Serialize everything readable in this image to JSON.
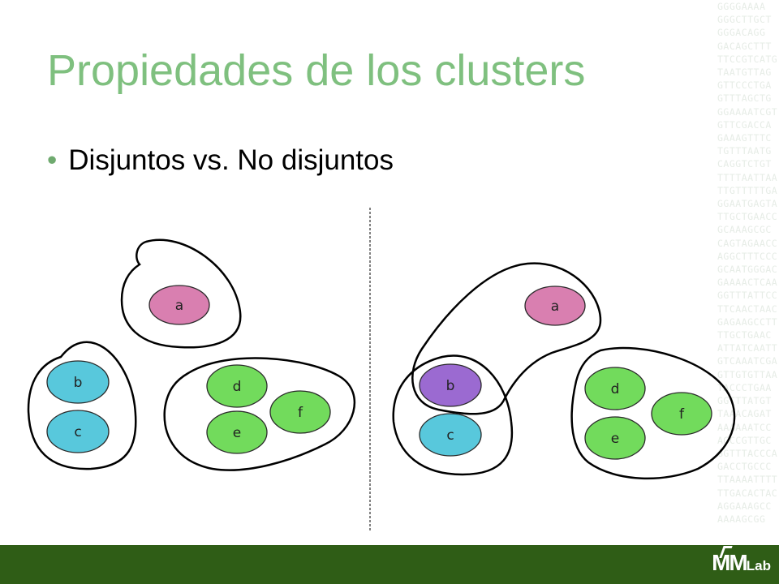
{
  "slide": {
    "title": "Propiedades de los clusters",
    "bullet": "Disjuntos vs. No disjuntos"
  },
  "branding": {
    "logo_main": "MM",
    "logo_suffix": "Lab",
    "footer_color": "#2f5d16",
    "title_color": "#7fc07f"
  },
  "dna_lines": [
    "GGGGAAAA",
    "GGGCTTGCT",
    "GGGACAGG",
    "GACAGCTTT",
    "TTCCGTCATG",
    "TAATGTTAG",
    "GTTCCCTGA",
    "GTTTAGCTG",
    "GGAAAATCGT",
    "GTTCGACCA",
    "GAAAGTTTC",
    "TGTTTAATG",
    "CAGGTCTGT",
    "TTTTAATTAA",
    "TTGTTTTTGA",
    "GGAATGAGTA",
    "TTGCTGAACC",
    "GCAAAGCGC",
    "CAGTAGAACC",
    "AGGCTTTCCC",
    "GCAATGGGAC",
    "GAAAACTCAA",
    "GGTTTATTCC",
    "TTCAACTAAC",
    "GAGAAGCCTT",
    "TTGCTGAAC",
    "ATTATCAATT",
    "GTCAAATCGA",
    "GTTGTGTTAA",
    "TACCCTGAA",
    "GGTTTATGT",
    "TAAACAGAT",
    "AAAAAATCC",
    "AGCCGTTGC",
    "GGTTTACCCA",
    "GACCTGCCC",
    "TTAAAATTTT",
    "TTGACACTAC",
    "AGGAAAGCC",
    "AAAAGCGG"
  ],
  "diagram": {
    "divider": "dashed-vertical",
    "disjoint": {
      "clusters": [
        {
          "members": [
            "a"
          ]
        },
        {
          "members": [
            "b",
            "c"
          ]
        },
        {
          "members": [
            "d",
            "e",
            "f"
          ]
        }
      ],
      "nodes": [
        {
          "label": "a",
          "color": "#d97fb0"
        },
        {
          "label": "b",
          "color": "#58c8dc"
        },
        {
          "label": "c",
          "color": "#58c8dc"
        },
        {
          "label": "d",
          "color": "#72db5c"
        },
        {
          "label": "e",
          "color": "#72db5c"
        },
        {
          "label": "f",
          "color": "#72db5c"
        }
      ]
    },
    "overlapping": {
      "clusters": [
        {
          "members": [
            "a",
            "b"
          ]
        },
        {
          "members": [
            "b",
            "c"
          ]
        },
        {
          "members": [
            "d",
            "e",
            "f"
          ]
        }
      ],
      "nodes": [
        {
          "label": "a",
          "color": "#d97fb0"
        },
        {
          "label": "b",
          "color": "#9b6ad1",
          "shared": true
        },
        {
          "label": "c",
          "color": "#58c8dc"
        },
        {
          "label": "d",
          "color": "#72db5c"
        },
        {
          "label": "e",
          "color": "#72db5c"
        },
        {
          "label": "f",
          "color": "#72db5c"
        }
      ]
    }
  }
}
